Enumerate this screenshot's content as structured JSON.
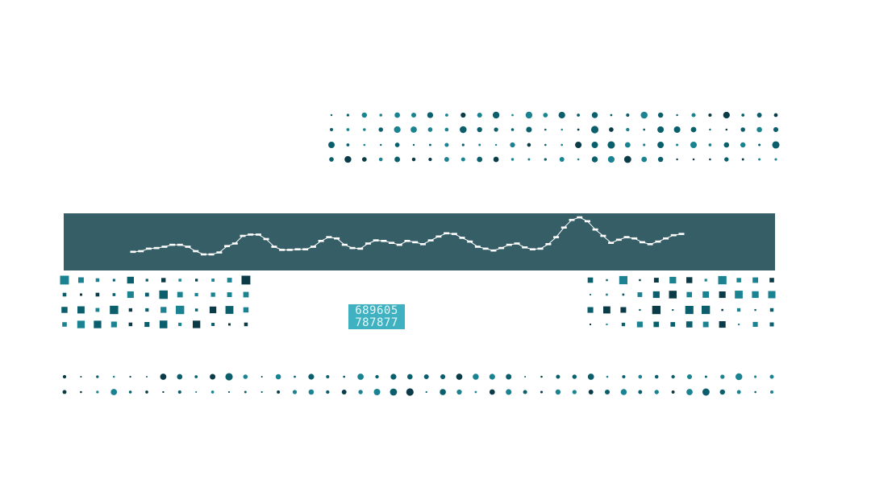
{
  "palette": {
    "dark": "#0a3b47",
    "mid": "#0b5f6c",
    "accent": "#1a8290",
    "band": "#365e66",
    "line": "#ffffff",
    "label_bg": "#3fb1c0",
    "label_text": "#e8f8fa"
  },
  "numbers": [
    "689605",
    "787877"
  ],
  "sparkline": [
    20,
    21,
    25,
    26,
    28,
    31,
    31,
    28,
    21,
    16,
    16,
    19,
    29,
    33,
    45,
    47,
    47,
    40,
    28,
    23,
    23,
    24,
    24,
    28,
    37,
    43,
    41,
    31,
    26,
    25,
    33,
    38,
    37,
    34,
    31,
    37,
    35,
    32,
    38,
    44,
    49,
    48,
    42,
    36,
    28,
    25,
    22,
    26,
    31,
    33,
    27,
    24,
    25,
    32,
    43,
    58,
    70,
    74,
    68,
    55,
    45,
    34,
    39,
    43,
    41,
    35,
    32,
    36,
    41,
    46,
    48
  ]
}
